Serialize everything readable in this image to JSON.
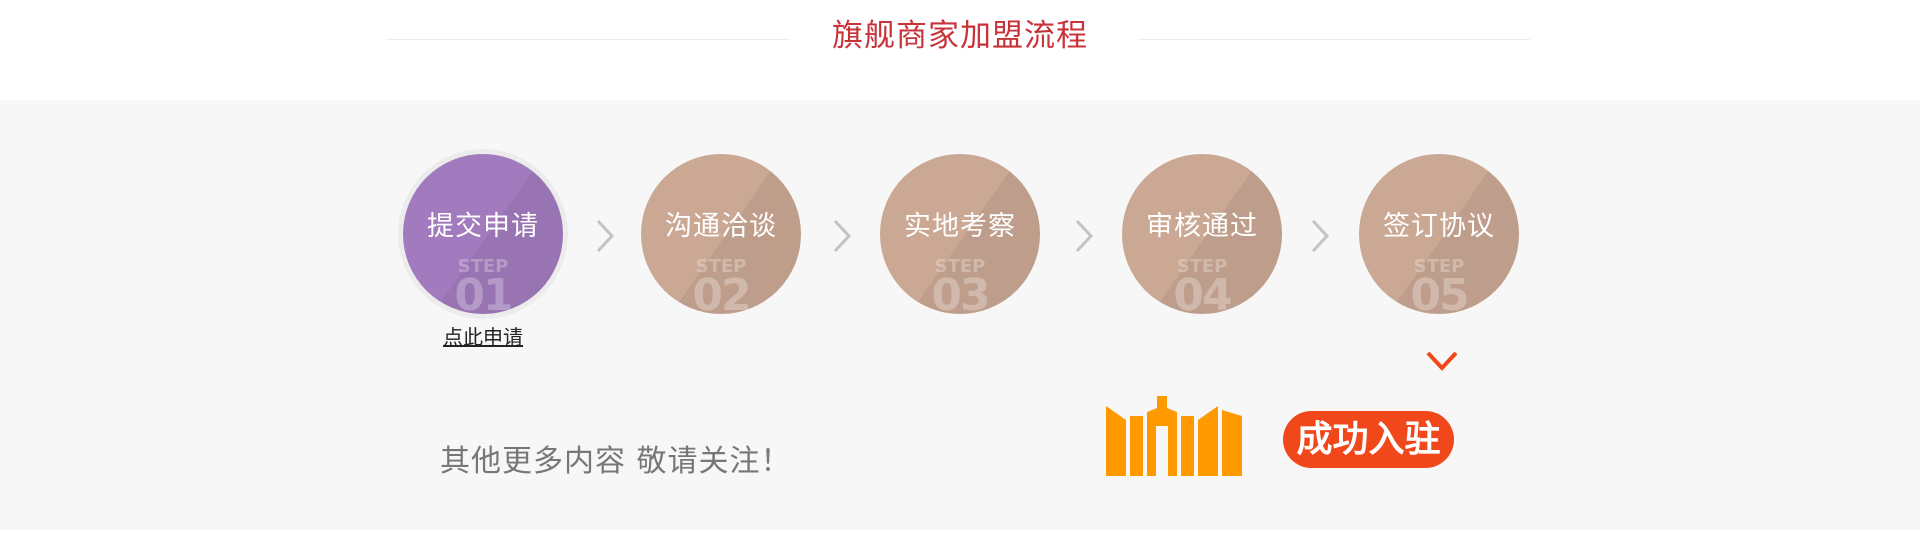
{
  "header": {
    "title": "旗舰商家加盟流程"
  },
  "steps": [
    {
      "label": "提交申请",
      "step_word": "STEP",
      "number": "01",
      "color": "#a17bbd",
      "active": true
    },
    {
      "label": "沟通洽谈",
      "step_word": "STEP",
      "number": "02",
      "color": "#caa894",
      "active": false
    },
    {
      "label": "实地考察",
      "step_word": "STEP",
      "number": "03",
      "color": "#caa894",
      "active": false
    },
    {
      "label": "审核通过",
      "step_word": "STEP",
      "number": "04",
      "color": "#caa894",
      "active": false
    },
    {
      "label": "签订协议",
      "step_word": "STEP",
      "number": "05",
      "color": "#caa894",
      "active": false
    }
  ],
  "apply_link": "点此申请",
  "more_info": "其他更多内容 敬请关注！",
  "success_badge": "成功入驻",
  "icons": {
    "step_separator": "chevron-right-icon",
    "final_pointer": "chevron-down-icon",
    "building": "building-icon"
  },
  "colors": {
    "title": "#c8333a",
    "accent_orange": "#ff9900",
    "badge": "#f0481a",
    "step_active": "#a17bbd",
    "step_default": "#caa894",
    "panel_bg": "#f7f7f7"
  }
}
